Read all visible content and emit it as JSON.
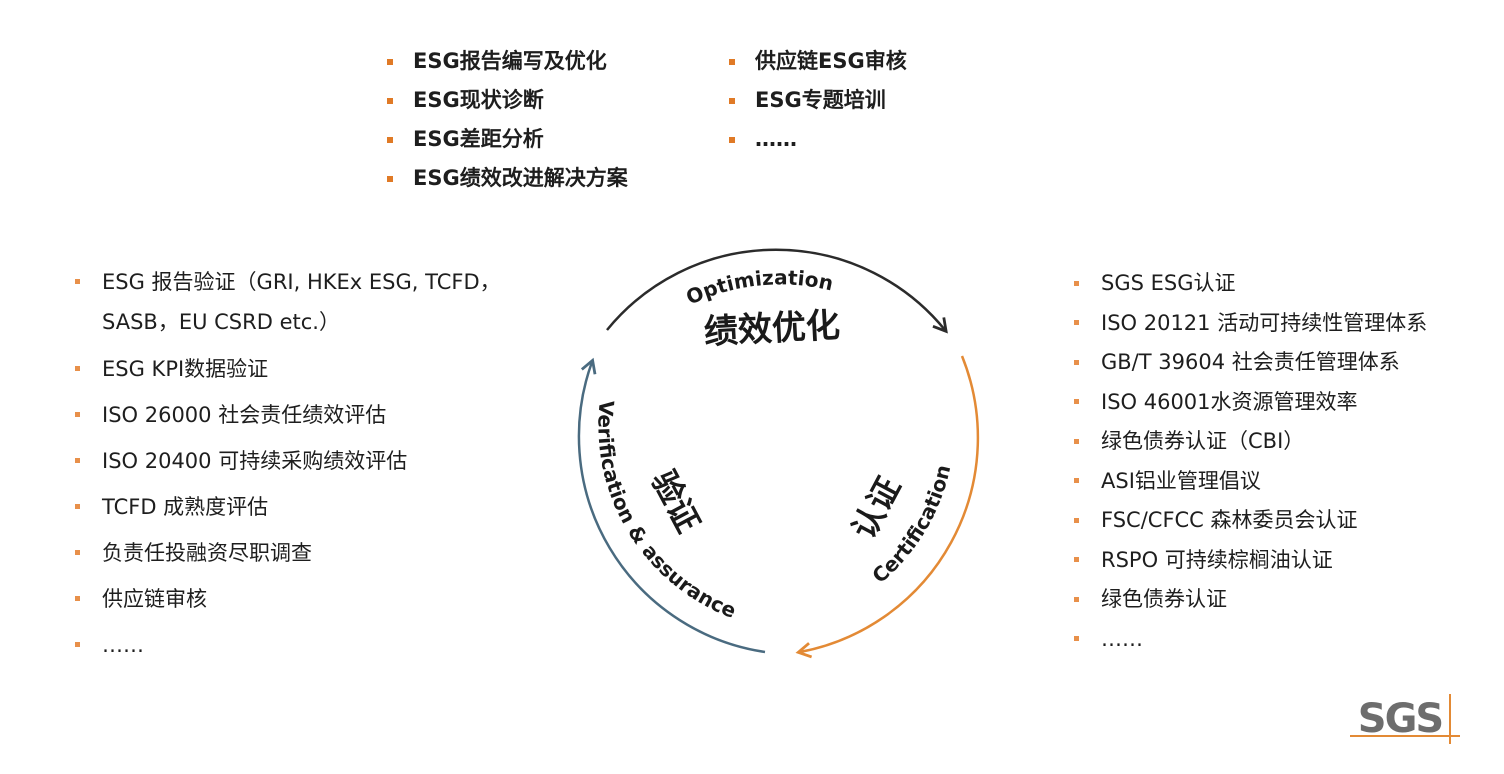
{
  "top_list_1": [
    "ESG报告编写及优化",
    "ESG现状诊断",
    "ESG差距分析",
    "ESG绩效改进解决方案"
  ],
  "top_list_2": [
    "供应链ESG审核",
    "ESG专题培训",
    "……"
  ],
  "left_list": [
    "ESG 报告验证（GRI, HKEx ESG, TCFD，SASB，EU CSRD etc.）",
    "ESG KPI数据验证",
    "ISO 26000 社会责任绩效评估",
    "ISO 20400 可持续采购绩效评估",
    "TCFD 成熟度评估",
    "负责任投融资尽职调查",
    "供应链审核",
    "……"
  ],
  "right_list": [
    "SGS ESG认证",
    "ISO 20121 活动可持续性管理体系",
    "GB/T 39604 社会责任管理体系",
    "ISO 46001水资源管理效率",
    "绿色债券认证（CBI）",
    "ASI铝业管理倡议",
    "FSC/CFCC 森林委员会认证",
    "RSPO 可持续棕榈油认证",
    "绿色债券认证",
    "……"
  ],
  "cycle": {
    "optimization_en": "Optimization",
    "optimization_zh": "绩效优化",
    "certification_en": "Certification",
    "certification_zh": "认证",
    "verification_en": "Verification & assurance",
    "verification_zh": "验证"
  },
  "logo": {
    "text": "SGS"
  },
  "colors": {
    "bullet": "#e07a26",
    "arc_top": "#2b2b2b",
    "arc_right": "#e38a35",
    "arc_left": "#4a6b80"
  }
}
